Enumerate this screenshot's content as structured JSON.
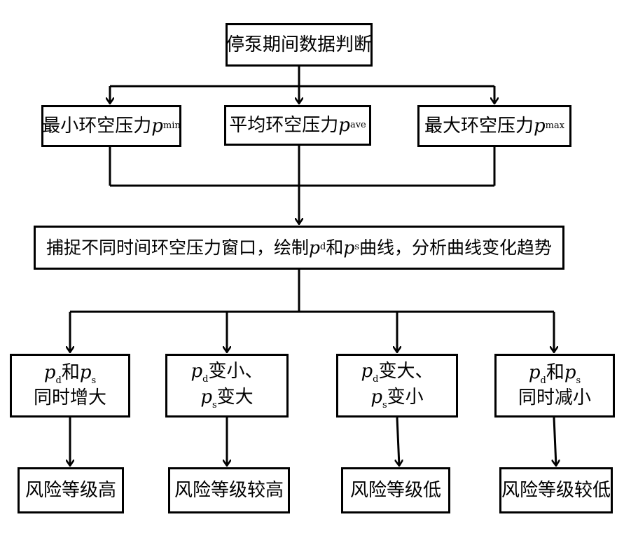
{
  "top": {
    "title": "停泵期间数据判断"
  },
  "row1": [
    {
      "label": "最小环空压力",
      "var": "p",
      "sub": "min"
    },
    {
      "label": "平均环空压力",
      "var": "p",
      "sub": "ave"
    },
    {
      "label": "最大环空压力",
      "var": "p",
      "sub": "max"
    }
  ],
  "middle": {
    "prefix": "捕捉不同时间环空压力窗口，绘制",
    "v1": "p",
    "v1_sub": "d",
    "mid": "和",
    "v2": "p",
    "v2_sub": "s",
    "suffix": "曲线，分析曲线变化趋势"
  },
  "cases": [
    {
      "a": "p",
      "a_sub": "d",
      "a_text": "和",
      "b": "p",
      "b_sub": "s",
      "line2": "同时增大"
    },
    {
      "a": "p",
      "a_sub": "d",
      "a_text": "变小、",
      "b": "p",
      "b_sub": "s",
      "b_text": "变大"
    },
    {
      "a": "p",
      "a_sub": "d",
      "a_text": "变大、",
      "b": "p",
      "b_sub": "s",
      "b_text": "变小"
    },
    {
      "a": "p",
      "a_sub": "d",
      "a_text": "和",
      "b": "p",
      "b_sub": "s",
      "line2": "同时减小"
    }
  ],
  "results": [
    "风险等级高",
    "风险等级较高",
    "风险等级低",
    "风险等级较低"
  ]
}
